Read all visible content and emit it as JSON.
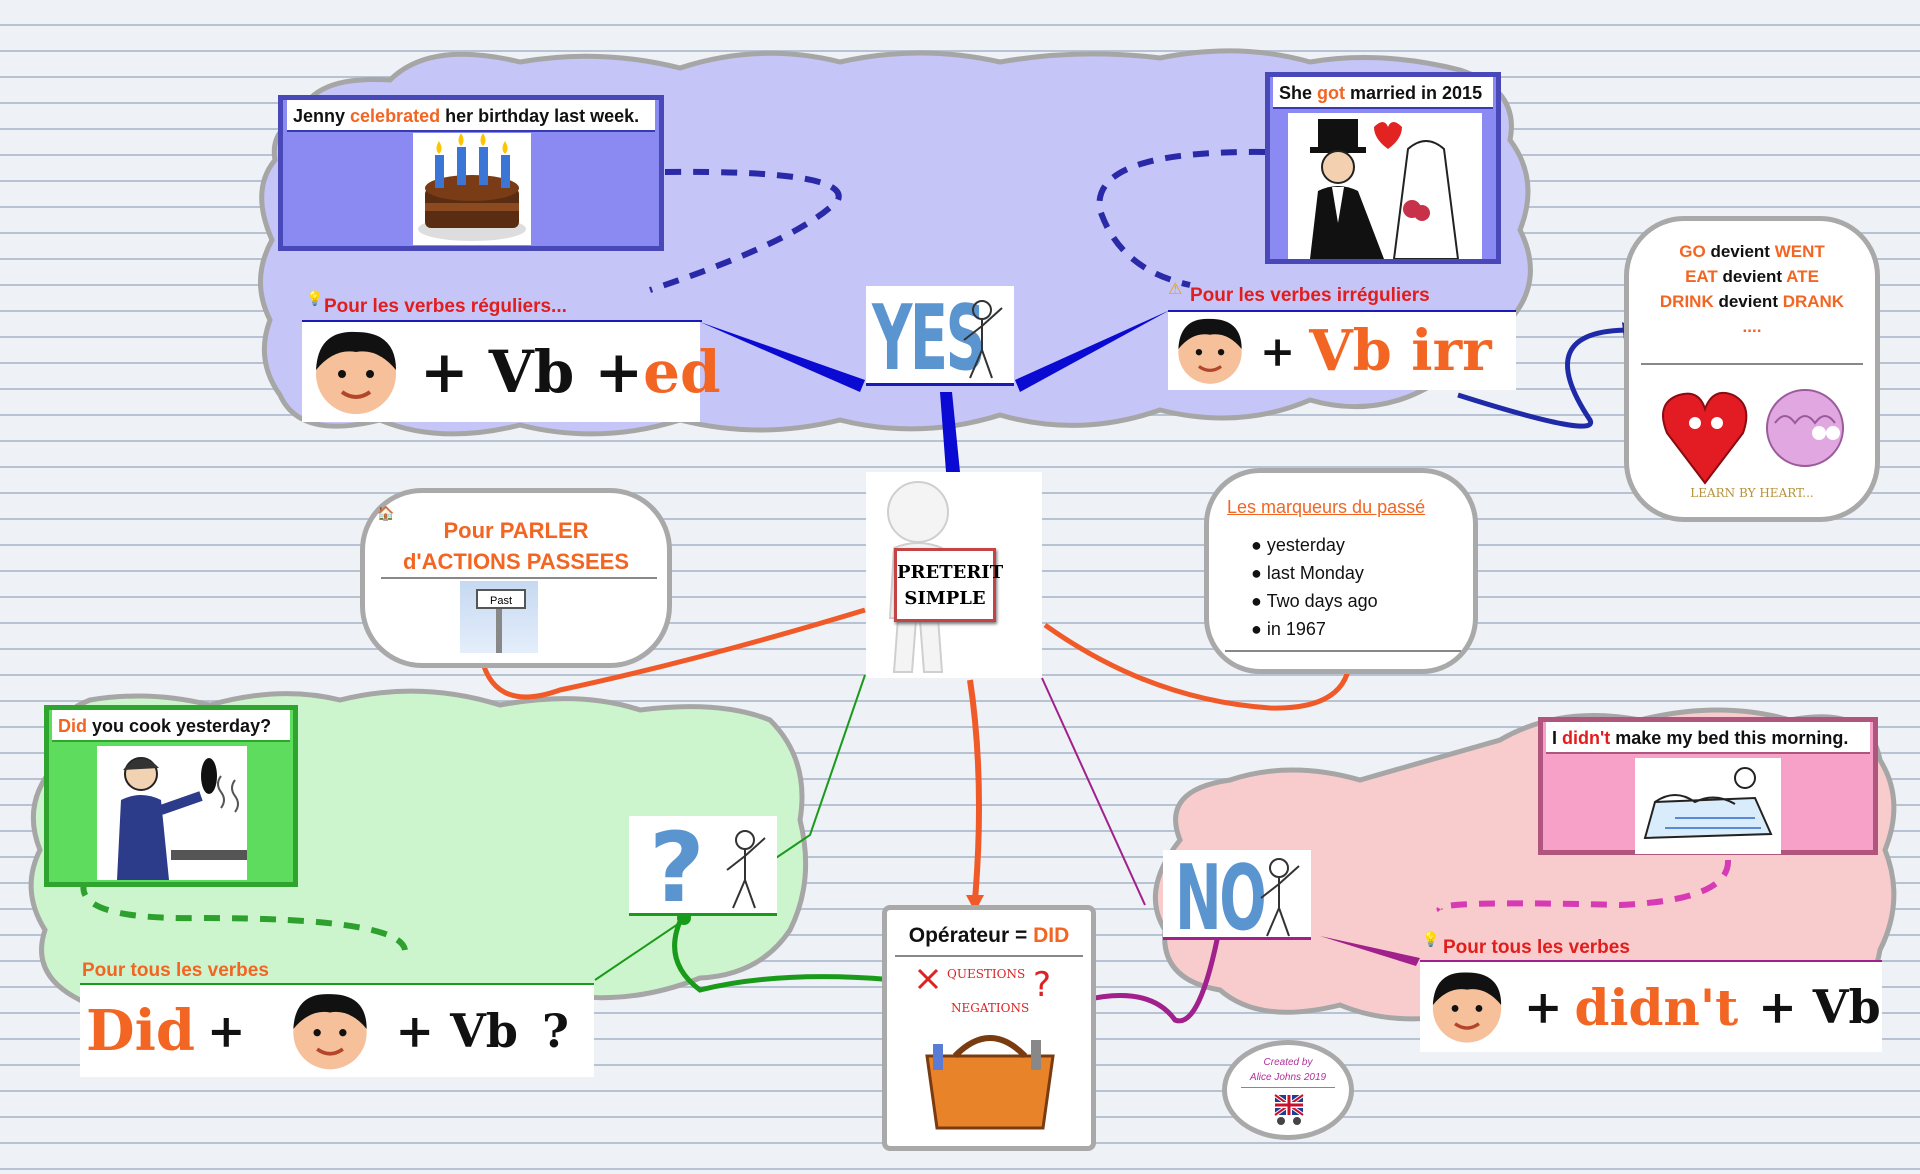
{
  "central": {
    "line1": "PRETERIT",
    "line2": "SIMPLE"
  },
  "yes_label": "YES",
  "no_label": "NO",
  "question_label": "?",
  "regular": {
    "sentence_pre": "Jenny ",
    "sentence_verb": "celebrated",
    "sentence_post": " her birthday last week.",
    "title": "Pour les verbes réguliers...",
    "formula_plus": "+ Vb +",
    "formula_suffix": "ed"
  },
  "irregular": {
    "sentence_pre": "She ",
    "sentence_verb": "got",
    "sentence_post": " married in 2015",
    "title": "Pour les verbes irréguliers",
    "formula_plus": "+",
    "formula_vb": "Vb irr"
  },
  "heart_note": {
    "lines": [
      {
        "a": "GO",
        "b": " devient ",
        "c": "WENT"
      },
      {
        "a": "EAT",
        "b": " devient ",
        "c": "ATE"
      },
      {
        "a": "DRINK",
        "b": " devient ",
        "c": "DRANK"
      }
    ],
    "ellipsis": "....",
    "caption": "LEARN BY HEART..."
  },
  "purpose": {
    "line1": "Pour PARLER",
    "line2": "d'ACTIONS PASSEES",
    "sign": "Past"
  },
  "markers": {
    "title": "Les marqueurs du passé",
    "items": [
      "yesterday",
      "last Monday",
      "Two days ago",
      "in 1967"
    ]
  },
  "question": {
    "sentence_verb": "Did",
    "sentence_post": " you  cook yesterday?",
    "title": "Pour tous les verbes",
    "did": "Did",
    "plus1": "+",
    "plus2": "+ Vb",
    "qmark": "?"
  },
  "operator": {
    "label": "Opérateur = ",
    "did": "DID",
    "questions": "QUESTIONS",
    "negations": "NEGATIONS"
  },
  "negative": {
    "sentence_pre": "I ",
    "sentence_verb": "didn't",
    "sentence_post": " make my bed this morning.",
    "title": "Pour tous les verbes",
    "plus1": "+",
    "didnt": "didn't",
    "plus2": "+ Vb"
  },
  "credit": {
    "line1": "Created by",
    "line2": "Alice Johns 2019"
  },
  "colors": {
    "yes_cloud": "#c5c5f7",
    "question_cloud": "#cdf5cd",
    "no_cloud": "#f8cccc",
    "orange": "#f26522",
    "red": "#e11d1d",
    "blue_edge": "#0a0ad2",
    "green_edge": "#1a9a1a",
    "purple_edge": "#a0208c",
    "orange_edge": "#f05a28"
  }
}
